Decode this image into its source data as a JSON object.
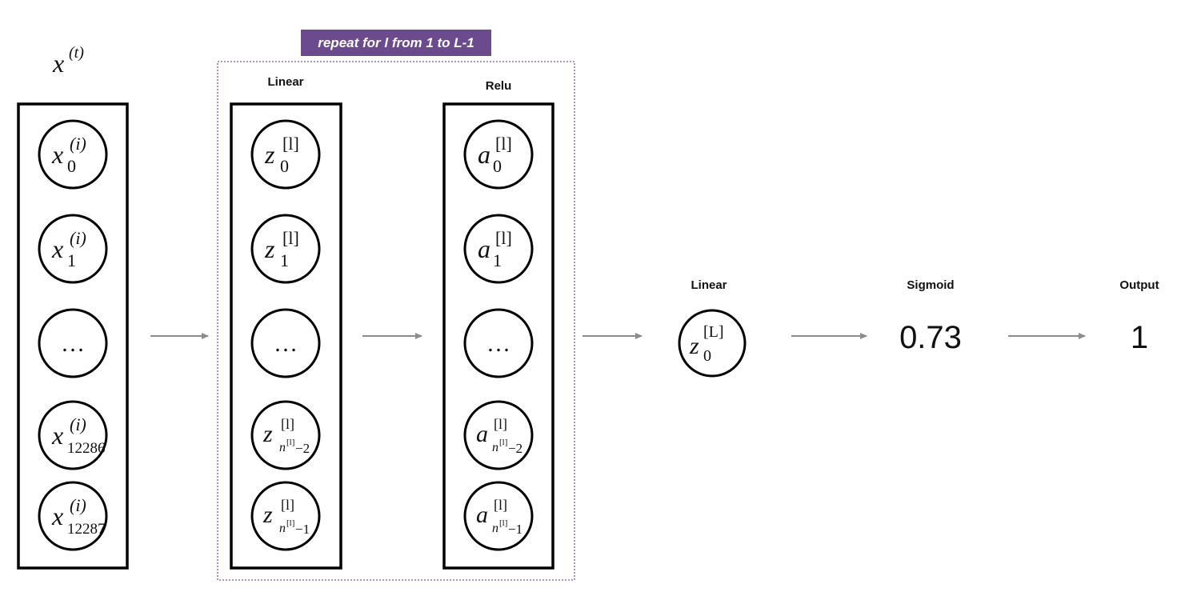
{
  "repeat_banner": "repeat for l from 1 to L-1",
  "colors": {
    "banner_bg": "#6b4a8e",
    "banner_text": "#ffffff",
    "dotted_border": "#7a5a9a",
    "arrow": "#8c8c8c"
  },
  "input_column": {
    "header": {
      "base": "x",
      "sup": "(t)"
    },
    "nodes": [
      {
        "base": "x",
        "sup": "(i)",
        "sub": "0"
      },
      {
        "base": "x",
        "sup": "(i)",
        "sub": "1"
      },
      {
        "ellipsis": "…"
      },
      {
        "base": "x",
        "sup": "(i)",
        "sub": "12286"
      },
      {
        "base": "x",
        "sup": "(i)",
        "sub": "12287"
      }
    ]
  },
  "linear_column": {
    "label": "Linear",
    "nodes": [
      {
        "base": "z",
        "sup": "[l]",
        "sub": "0"
      },
      {
        "base": "z",
        "sup": "[l]",
        "sub": "1"
      },
      {
        "ellipsis": "…"
      },
      {
        "base": "z",
        "sup": "[l]",
        "sub_base": "n",
        "sub_sup": "[l]",
        "sub_tail": "−2"
      },
      {
        "base": "z",
        "sup": "[l]",
        "sub_base": "n",
        "sub_sup": "[l]",
        "sub_tail": "−1"
      }
    ]
  },
  "relu_column": {
    "label": "Relu",
    "nodes": [
      {
        "base": "a",
        "sup": "[l]",
        "sub": "0"
      },
      {
        "base": "a",
        "sup": "[l]",
        "sub": "1"
      },
      {
        "ellipsis": "…"
      },
      {
        "base": "a",
        "sup": "[l]",
        "sub_base": "n",
        "sub_sup": "[l]",
        "sub_tail": "−2"
      },
      {
        "base": "a",
        "sup": "[l]",
        "sub_base": "n",
        "sub_sup": "[l]",
        "sub_tail": "−1"
      }
    ]
  },
  "final_linear": {
    "label": "Linear",
    "node": {
      "base": "z",
      "sup": "[L]",
      "sub": "0"
    }
  },
  "sigmoid": {
    "label": "Sigmoid",
    "value": "0.73"
  },
  "output": {
    "label": "Output",
    "value": "1"
  }
}
